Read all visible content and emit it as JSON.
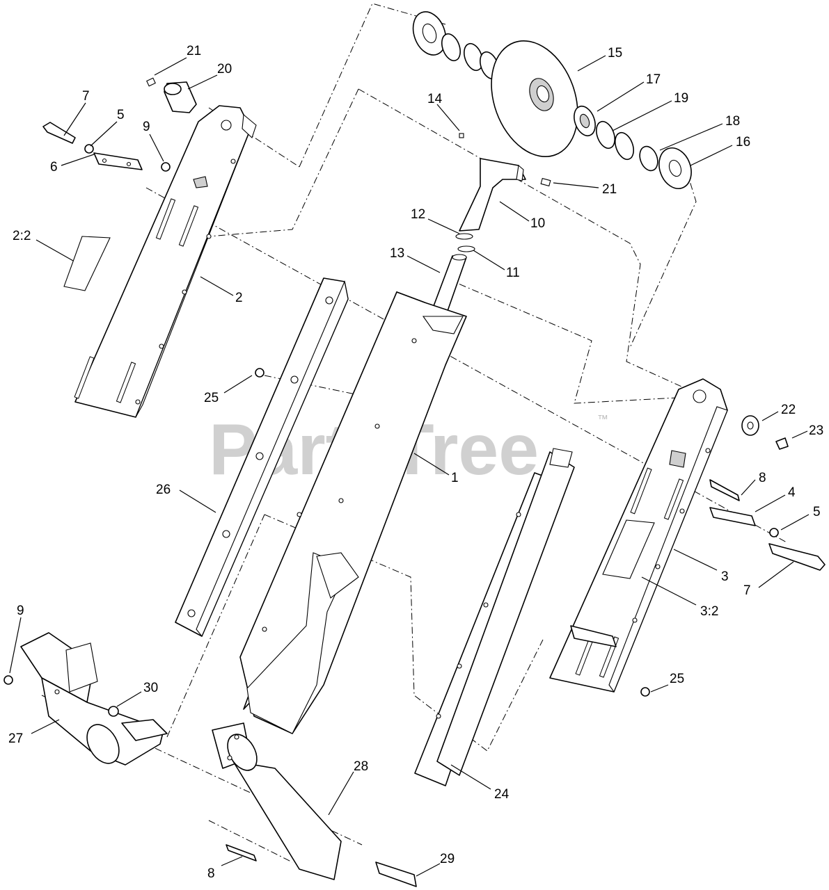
{
  "watermark": {
    "text": "PartsTree",
    "trademark": "™"
  },
  "callouts": [
    {
      "id": "c21a",
      "text": "21"
    },
    {
      "id": "c20",
      "text": "20"
    },
    {
      "id": "c7a",
      "text": "7"
    },
    {
      "id": "c5a",
      "text": "5"
    },
    {
      "id": "c9a",
      "text": "9"
    },
    {
      "id": "c6",
      "text": "6"
    },
    {
      "id": "c2_2",
      "text": "2:2"
    },
    {
      "id": "c2",
      "text": "2"
    },
    {
      "id": "c15",
      "text": "15"
    },
    {
      "id": "c17",
      "text": "17"
    },
    {
      "id": "c14",
      "text": "14"
    },
    {
      "id": "c19",
      "text": "19"
    },
    {
      "id": "c18",
      "text": "18"
    },
    {
      "id": "c16",
      "text": "16"
    },
    {
      "id": "c21b",
      "text": "21"
    },
    {
      "id": "c12",
      "text": "12"
    },
    {
      "id": "c10",
      "text": "10"
    },
    {
      "id": "c13",
      "text": "13"
    },
    {
      "id": "c11",
      "text": "11"
    },
    {
      "id": "c25a",
      "text": "25"
    },
    {
      "id": "c1",
      "text": "1"
    },
    {
      "id": "c22",
      "text": "22"
    },
    {
      "id": "c23",
      "text": "23"
    },
    {
      "id": "c26",
      "text": "26"
    },
    {
      "id": "c8a",
      "text": "8"
    },
    {
      "id": "c4",
      "text": "4"
    },
    {
      "id": "c5b",
      "text": "5"
    },
    {
      "id": "c3",
      "text": "3"
    },
    {
      "id": "c7b",
      "text": "7"
    },
    {
      "id": "c3_2",
      "text": "3:2"
    },
    {
      "id": "c9b",
      "text": "9"
    },
    {
      "id": "c30",
      "text": "30"
    },
    {
      "id": "c25b",
      "text": "25"
    },
    {
      "id": "c27",
      "text": "27"
    },
    {
      "id": "c24",
      "text": "24"
    },
    {
      "id": "c28",
      "text": "28"
    },
    {
      "id": "c8b",
      "text": "8"
    },
    {
      "id": "c29",
      "text": "29"
    }
  ]
}
